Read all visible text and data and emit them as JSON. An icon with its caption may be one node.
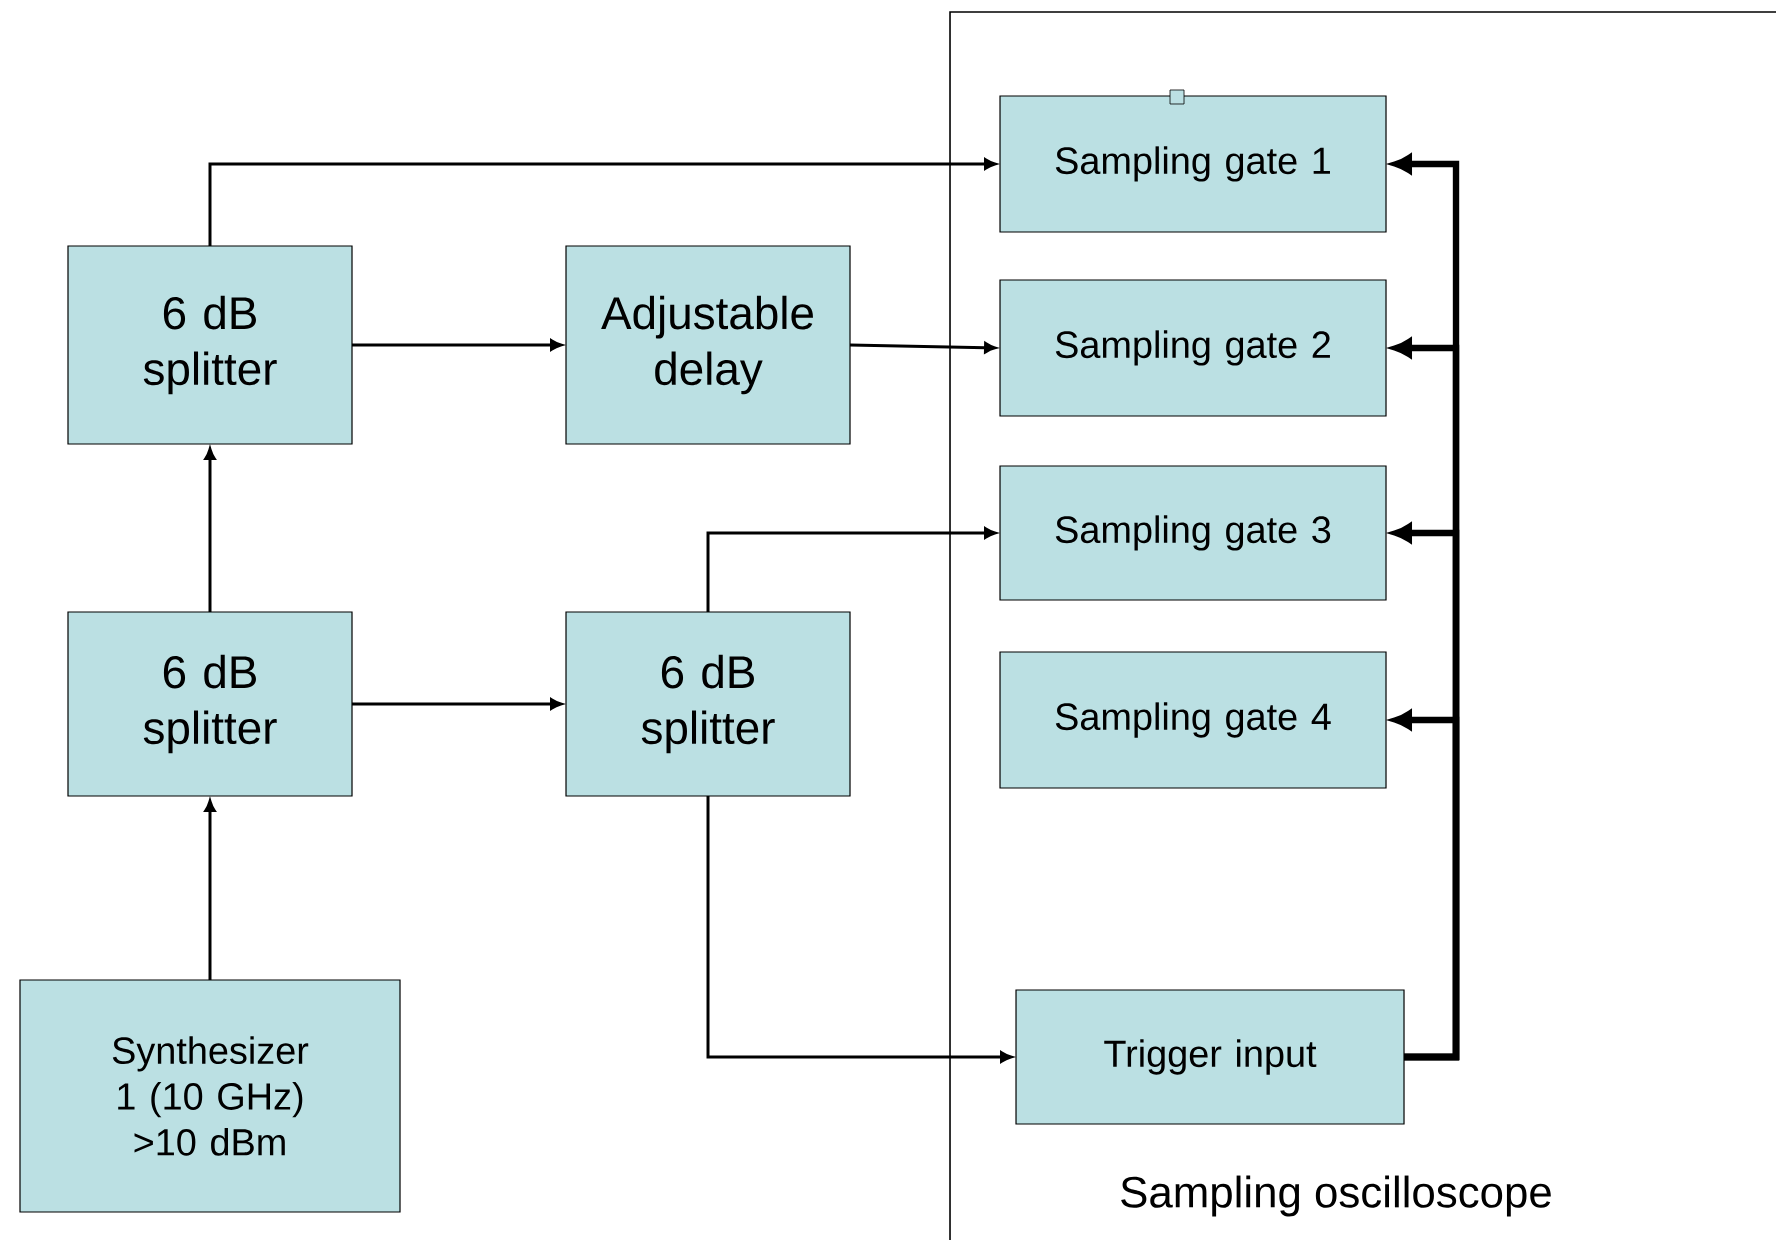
{
  "diagram": {
    "nodes": [
      {
        "text": [
          "Synthesizer 1 (10 GHz) >10 dBm"
        ]
      },
      {
        "text": [
          "6 dB splitter"
        ]
      },
      {
        "text": [
          "6 dB splitter"
        ]
      },
      {
        "text": [
          "Adjustable delay"
        ]
      },
      {
        "text": [
          "6 dB splitter"
        ]
      },
      {
        "text": [
          "Sampling oscilloscope"
        ]
      },
      {
        "text": [
          "Sampling gate 1"
        ],
        "in": 5
      },
      {
        "text": [
          "Sampling gate 2"
        ],
        "in": 5
      },
      {
        "text": [
          "Sampling gate 3"
        ],
        "in": 5
      },
      {
        "text": [
          "Sampling gate 4"
        ],
        "in": 5
      },
      {
        "text": [
          "Trigger input"
        ],
        "in": 5
      }
    ],
    "edges": [
      {
        "from": 0,
        "to": 1,
        "arrow": "to"
      },
      {
        "from": 1,
        "to": 2,
        "arrow": "to"
      },
      {
        "from": 2,
        "to": 6,
        "arrow": "to"
      },
      {
        "from": 2,
        "to": 3,
        "arrow": "to"
      },
      {
        "from": 3,
        "to": 7,
        "arrow": "to"
      },
      {
        "from": 1,
        "to": 4,
        "arrow": "to"
      },
      {
        "from": 4,
        "to": 8,
        "arrow": "to"
      },
      {
        "from": 4,
        "to": 10,
        "arrow": "to"
      },
      {
        "from": 10,
        "to": 6,
        "arrow": "to",
        "style": "thick"
      },
      {
        "from": 10,
        "to": 7,
        "arrow": "to",
        "style": "thick"
      },
      {
        "from": 10,
        "to": 8,
        "arrow": "to",
        "style": "thick"
      },
      {
        "from": 10,
        "to": 9,
        "arrow": "to",
        "style": "thick"
      }
    ]
  }
}
